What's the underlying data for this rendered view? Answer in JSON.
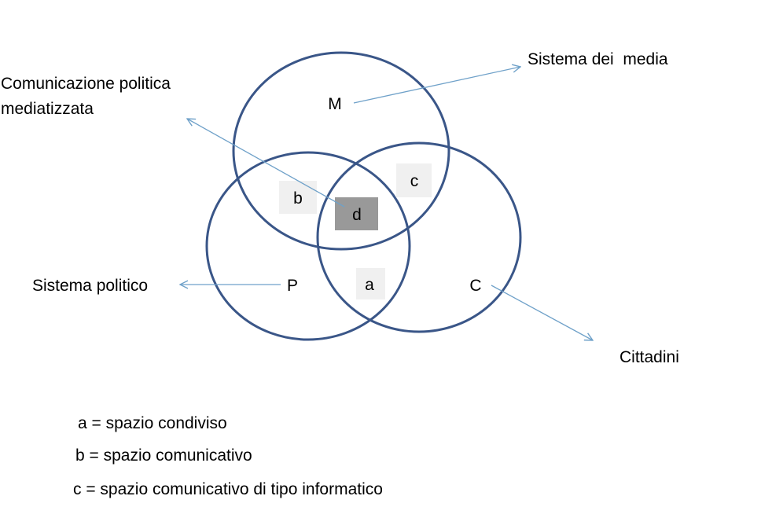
{
  "colors": {
    "circle_stroke": "#3a5688",
    "arrow": "#6fa1c9",
    "region_light": "#f0f0f0",
    "region_dark": "#999999"
  },
  "circles": {
    "media": {
      "letter": "M",
      "name": "Sistema dei  media"
    },
    "politico": {
      "letter": "P",
      "name": "Sistema politico"
    },
    "cittadini": {
      "letter": "C",
      "name": "Cittadini"
    }
  },
  "mediated_label": {
    "line1": "Comunicazione politica",
    "line2": "mediatizzata"
  },
  "regions": {
    "a": "a",
    "b": "b",
    "c": "c",
    "d": "d"
  },
  "legend": [
    "a = spazio condiviso",
    "b = spazio comunicativo",
    "c = spazio comunicativo di tipo informatico"
  ]
}
